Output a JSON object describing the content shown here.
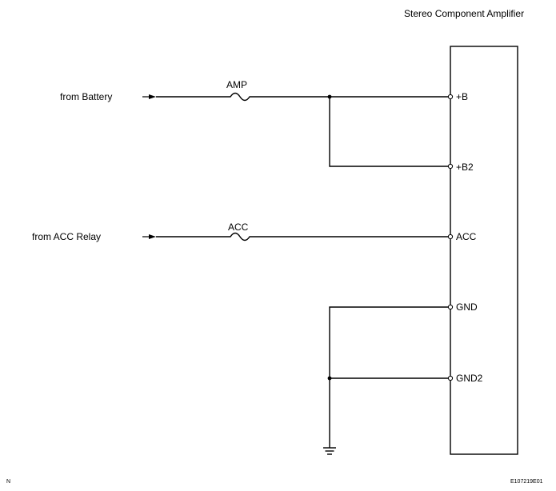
{
  "component": {
    "title": "Stereo Component Amplifier"
  },
  "inputs": {
    "battery": "from Battery",
    "acc_relay": "from ACC Relay"
  },
  "fuses": {
    "amp": "AMP",
    "acc": "ACC"
  },
  "terminals": {
    "b": "+B",
    "b2": "+B2",
    "acc": "ACC",
    "gnd": "GND",
    "gnd2": "GND2"
  },
  "footer": {
    "corner_mark": "N",
    "figure_code": "E107219E01"
  }
}
